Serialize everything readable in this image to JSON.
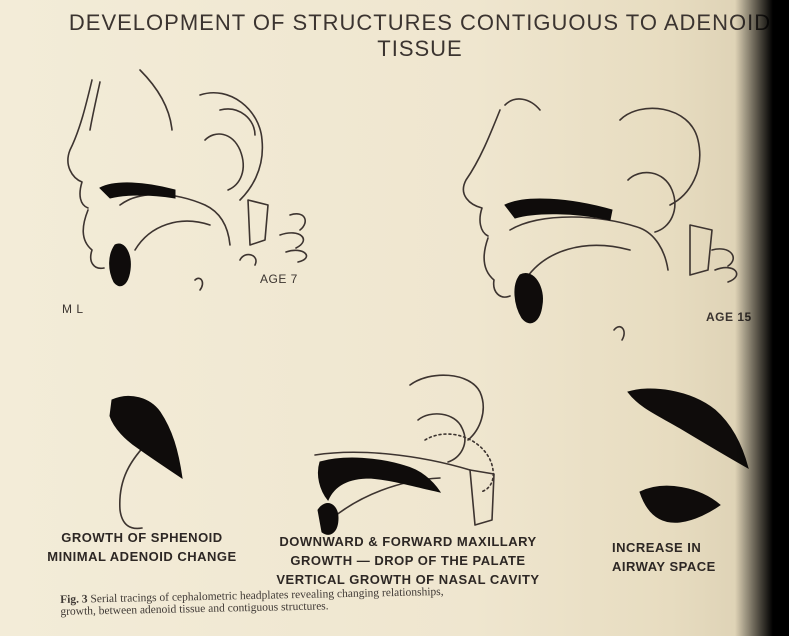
{
  "title": {
    "line1": "DEVELOPMENT  OF  STRUCTURES  CONTIGUOUS  TO  ADENOID",
    "line2": "TISSUE"
  },
  "labels": {
    "age7": "AGE  7",
    "ml": "M L",
    "age15": "AGE 15"
  },
  "subcaptions": {
    "left": [
      "GROWTH  OF  SPHENOID",
      "MINIMAL ADENOID CHANGE"
    ],
    "middle": [
      "DOWNWARD & FORWARD MAXILLARY",
      "GROWTH — DROP  OF THE  PALATE",
      "VERTICAL GROWTH OF NASAL CAVITY"
    ],
    "right": [
      "INCREASE IN",
      "AIRWAY SPACE"
    ]
  },
  "caption": {
    "fig_label": "Fig. 3",
    "text_line1": "Serial tracings of cephalometric headplates revealing changing relationships,",
    "text_line2": "growth, between adenoid tissue and contiguous structures."
  }
}
